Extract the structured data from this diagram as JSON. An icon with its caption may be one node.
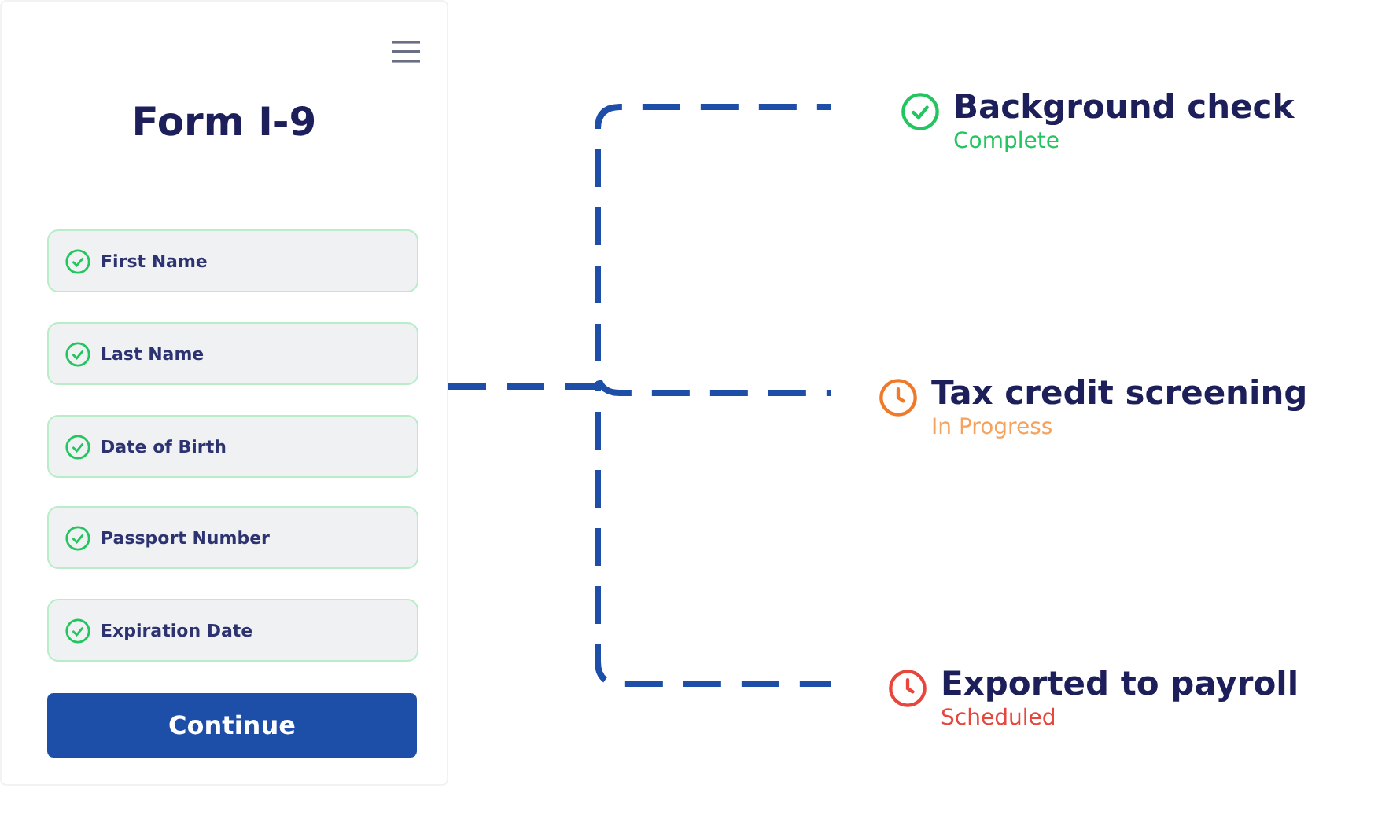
{
  "diagram": {
    "nodes": [
      {
        "text": [
          "Form I-9"
        ]
      },
      {
        "text": [
          "First Name"
        ],
        "in": 0
      },
      {
        "text": [
          "Last Name"
        ],
        "in": 0
      },
      {
        "text": [
          "Date of Birth"
        ],
        "in": 0
      },
      {
        "text": [
          "Passport Number"
        ],
        "in": 0
      },
      {
        "text": [
          "Expiration Date"
        ],
        "in": 0
      },
      {
        "text": [
          "Continue"
        ],
        "in": 0
      },
      {
        "text": [
          "Background check",
          "Complete"
        ]
      },
      {
        "text": [
          "Tax credit screening",
          "In Progress"
        ]
      },
      {
        "text": [
          "Exported to payroll",
          "Scheduled"
        ]
      }
    ],
    "edges": [
      {
        "from": 0,
        "to": 7,
        "arrow": "none",
        "style": "dashed"
      },
      {
        "from": 0,
        "to": 8,
        "arrow": "none",
        "style": "dashed"
      },
      {
        "from": 0,
        "to": 9,
        "arrow": "none",
        "style": "dashed"
      }
    ]
  }
}
